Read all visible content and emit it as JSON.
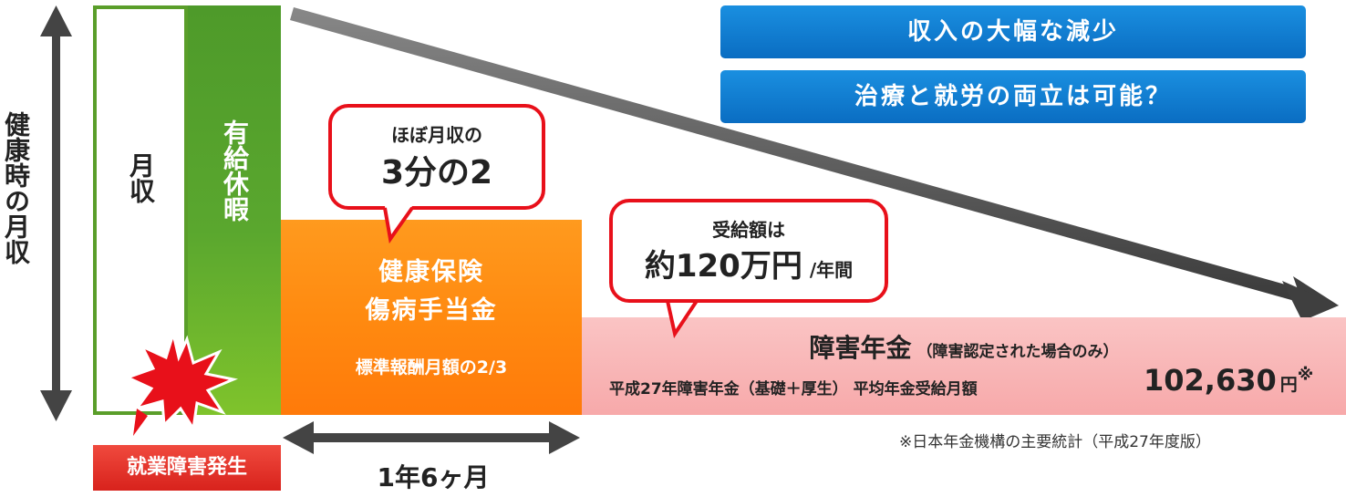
{
  "axis_label": "健康時の月収",
  "columns": {
    "income": "月収",
    "paid_leave": "有給休暇"
  },
  "sickness_allowance": {
    "title_line1": "健康保険",
    "title_line2": "傷病手当金",
    "subtitle": "標準報酬月額の2/3"
  },
  "bubble_allowance": {
    "line1": "ほぼ月収の",
    "line2": "3分の2"
  },
  "bubble_pension": {
    "line1": "受給額は",
    "line2": "約120万円",
    "line2_suffix": "/年間"
  },
  "disability_pension": {
    "title": "障害年金",
    "title_note": "（障害認定された場合のみ）",
    "detail": "平成27年障害年金（基礎＋厚生） 平均年金受給月額",
    "amount": "102,630",
    "unit": "円",
    "mark": "※"
  },
  "source_note": "※日本年金機構の主要統計（平成27年度版）",
  "banners": {
    "first": "収入の大幅な減少",
    "second": "治療と就労の両立は可能？"
  },
  "duration": "1年6ヶ月",
  "onset": "就業障害発生",
  "colors": {
    "green": "#5a9e2a",
    "orange": "#ff8a10",
    "pink": "#f7a9aa",
    "blue": "#0a6dc2",
    "red": "#e8101a",
    "arrow_gray": "#555555"
  }
}
